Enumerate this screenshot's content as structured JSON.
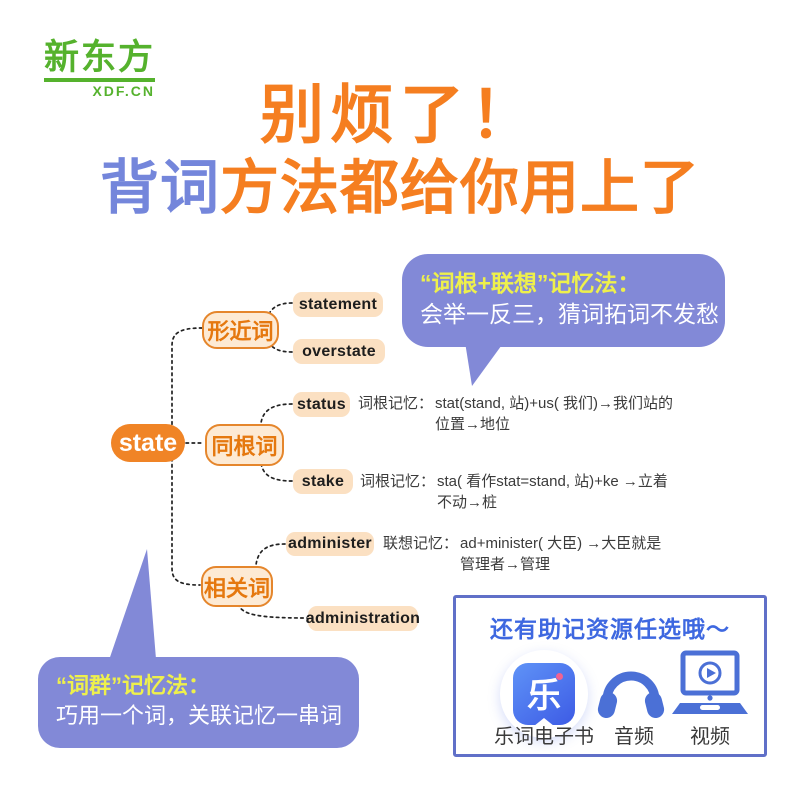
{
  "logo": {
    "brand": "新东方",
    "domain": "XDF.CN"
  },
  "title": {
    "line1": "别烦了！",
    "line2_em": "背词",
    "line2_rest": "方法都给你用上了"
  },
  "bubble_top": {
    "line1": "“词根+联想”记忆法：",
    "line2": "会举一反三，猜词拓词不发愁"
  },
  "bubble_bottom": {
    "line1": "“词群”记忆法：",
    "line2": "巧用一个词，关联记忆一串词"
  },
  "mindmap": {
    "root": "state",
    "branches": [
      {
        "label": "形近词",
        "children": [
          {
            "word": "statement"
          },
          {
            "word": "overstate"
          }
        ]
      },
      {
        "label": "同根词",
        "children": [
          {
            "word": "status",
            "note_label": "词根记忆：",
            "note_line1": "stat(stand, 站)+us( 我们)→我们站的",
            "note_line2": "位置→地位"
          },
          {
            "word": "stake",
            "note_label": "词根记忆：",
            "note_line1": "sta( 看作stat=stand, 站)+ke →立着",
            "note_line2": "不动→桩"
          }
        ]
      },
      {
        "label": "相关词",
        "children": [
          {
            "word": "administer",
            "note_label": "联想记忆：",
            "note_line1": "ad+minister( 大臣) →大臣就是",
            "note_line2": "管理者→管理"
          },
          {
            "word": "administration"
          }
        ]
      }
    ]
  },
  "resources": {
    "title": "还有助记资源任选哦～",
    "items": [
      {
        "label": "乐词电子书",
        "icon": "leci-app-icon",
        "glyph": "乐"
      },
      {
        "label": "音频",
        "icon": "headphones-icon"
      },
      {
        "label": "视频",
        "icon": "laptop-video-icon"
      }
    ]
  },
  "colors": {
    "orange": "#f57e20",
    "em_blue": "#7486db",
    "bubble_purple": "#8289d7",
    "bubble_yellow": "#eef04c",
    "peach_fill": "#fbe0c2",
    "category_fill": "#fdead4",
    "category_border": "#e5862c",
    "logo_green": "#55b22d",
    "accent_blue": "#3e68e0",
    "icon_blue": "#4b70d6"
  }
}
